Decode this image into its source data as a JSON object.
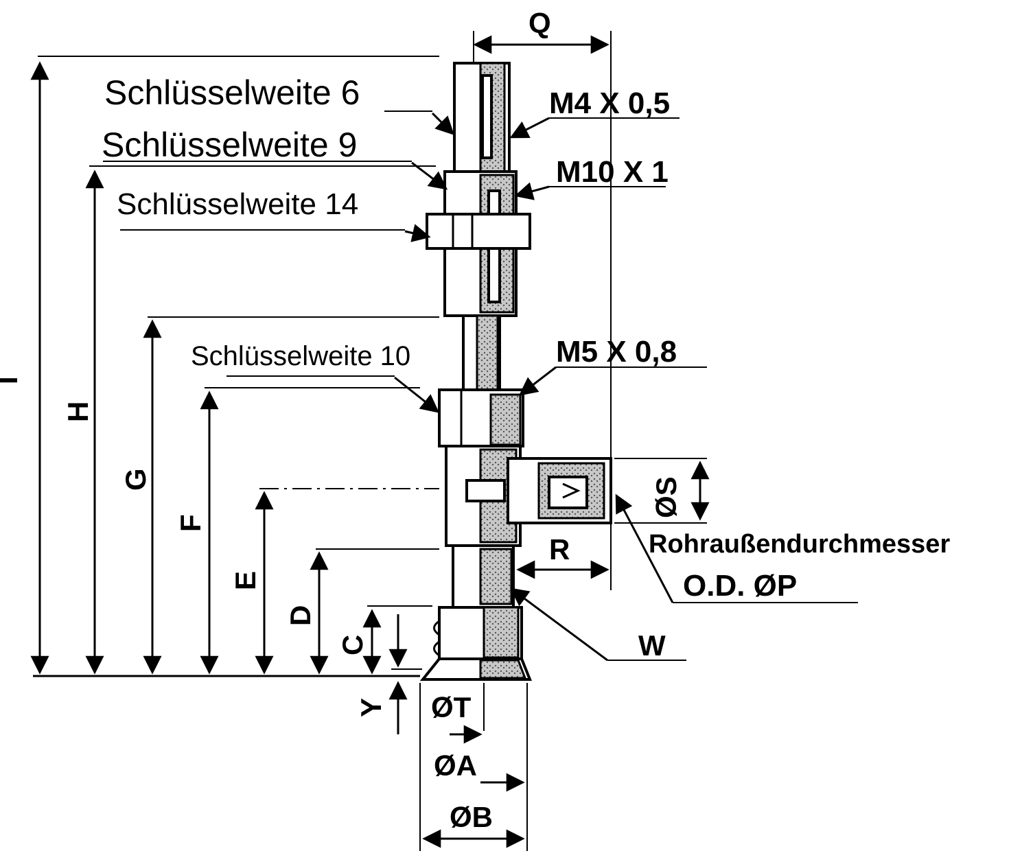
{
  "labels": {
    "sw6": "Schlüsselweite 6",
    "sw9": "Schlüsselweite 9",
    "sw14": "Schlüsselweite 14",
    "sw10": "Schlüsselweite 10",
    "m4": "M4 X 0,5",
    "m10": "M10 X 1",
    "m5": "M5 X 0,8",
    "rohr": "Rohraußendurchmesser",
    "od": "O.D. ØP"
  },
  "dims": {
    "Q": "Q",
    "I": "I",
    "H": "H",
    "G": "G",
    "F": "F",
    "E": "E",
    "D": "D",
    "C": "C",
    "Y": "Y",
    "R": "R",
    "S": "ØS",
    "W": "W",
    "T": "ØT",
    "A": "ØA",
    "B": "ØB"
  },
  "colors": {
    "ink": "#000000",
    "paper": "#ffffff",
    "fill": "#bdbdbd"
  }
}
